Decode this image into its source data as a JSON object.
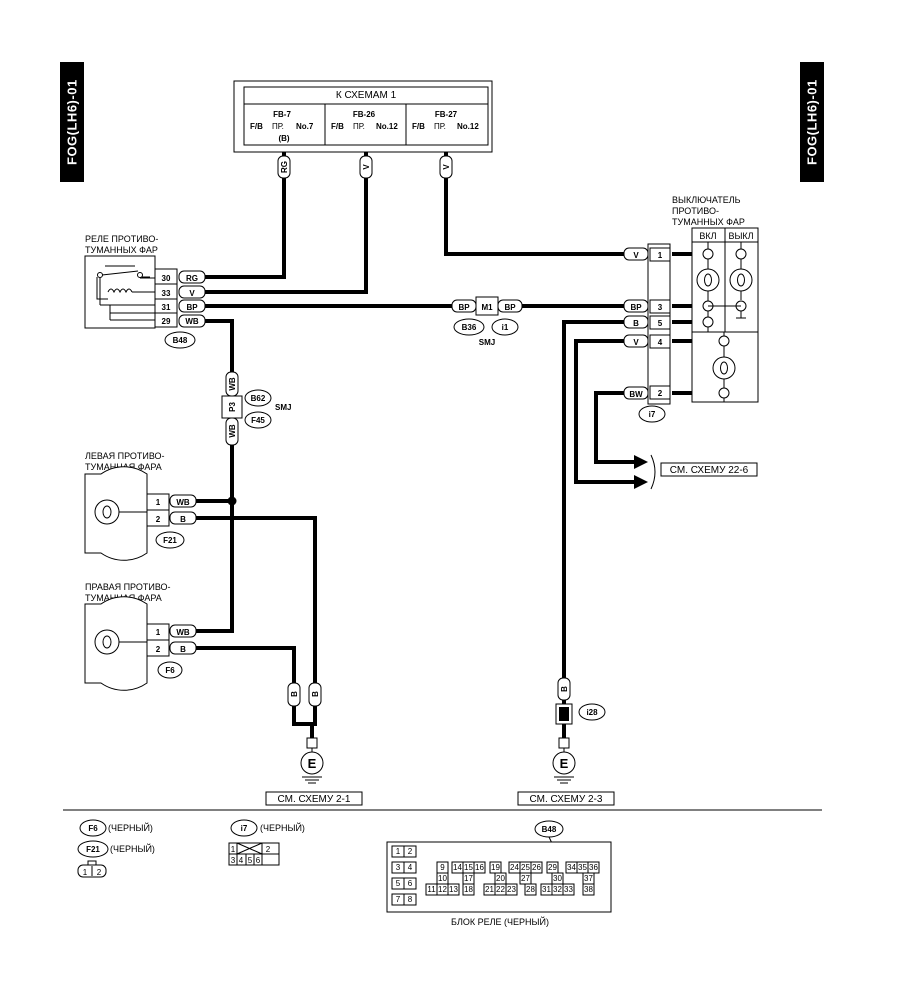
{
  "page_code": "FOG(LH6)-01",
  "top_box": {
    "title": "К СХЕМАМ 1",
    "cols": [
      {
        "code": "FB-7",
        "fb": "F/B",
        "pr": "ПР.",
        "no": "No.7",
        "sub": "(B)"
      },
      {
        "code": "FB-26",
        "fb": "F/B",
        "pr": "ПР.",
        "no": "No.12",
        "sub": ""
      },
      {
        "code": "FB-27",
        "fb": "F/B",
        "pr": "ПР.",
        "no": "No.12",
        "sub": ""
      }
    ],
    "wire_tags": [
      "RG",
      "V",
      "V"
    ]
  },
  "relay": {
    "title_line1": "РЕЛЕ ПРОТИВО-",
    "title_line2": "ТУМАННЫХ ФАР",
    "pins": [
      {
        "pin": "30",
        "color": "RG"
      },
      {
        "pin": "33",
        "color": "V"
      },
      {
        "pin": "31",
        "color": "BP"
      },
      {
        "pin": "29",
        "color": "WB"
      }
    ],
    "connector": "B48"
  },
  "mid_connector": {
    "left": "BP",
    "center": "M1",
    "right": "BP",
    "refs": [
      "B36",
      "i1"
    ],
    "smj": "SMJ"
  },
  "p3_connector": {
    "label": "P3",
    "top": "WB",
    "bottom": "WB",
    "refs": [
      "B62",
      "F45"
    ],
    "smj": "SMJ"
  },
  "switch": {
    "title_line1": "ВЫКЛЮЧАТЕЛЬ",
    "title_line2": "ПРОТИВО-",
    "title_line3": "ТУМАННЫХ ФАР",
    "on_label": "ВКЛ",
    "off_label": "ВЫКЛ",
    "pins": [
      {
        "pin": "1",
        "color": "V"
      },
      {
        "pin": "3",
        "color": "BP"
      },
      {
        "pin": "5",
        "color": "B"
      },
      {
        "pin": "4",
        "color": "V"
      },
      {
        "pin": "2",
        "color": "BW"
      }
    ],
    "connector": "i7"
  },
  "see_schema_22": "СМ. СХЕМУ 22-6",
  "left_lamp": {
    "title_line1": "ЛЕВАЯ ПРОТИВО-",
    "title_line2": "ТУМАННАЯ ФАРА",
    "pins": [
      {
        "pin": "1",
        "color": "WB"
      },
      {
        "pin": "2",
        "color": "B"
      }
    ],
    "connector": "F21"
  },
  "right_lamp": {
    "title_line1": "ПРАВАЯ ПРОТИВО-",
    "title_line2": "ТУМАННАЯ ФАРА",
    "pins": [
      {
        "pin": "1",
        "color": "WB"
      },
      {
        "pin": "2",
        "color": "B"
      }
    ],
    "connector": "F6"
  },
  "ground_left": {
    "tags": [
      "B",
      "B"
    ],
    "symbol": "E",
    "ref": "СМ. СХЕМУ 2-1"
  },
  "ground_right": {
    "tag": "B",
    "connector": "i28",
    "symbol": "E",
    "ref": "СМ. СХЕМУ 2-3"
  },
  "legend": {
    "f6": {
      "code": "F6",
      "text": "(ЧЕРНЫЙ)"
    },
    "f21": {
      "code": "F21",
      "text": "(ЧЕРНЫЙ)"
    },
    "small_pins": [
      "1",
      "2"
    ],
    "i7": {
      "code": "i7",
      "text": "(ЧЕРНЫЙ)",
      "pins": [
        "1",
        "2",
        "3",
        "4",
        "5",
        "6"
      ]
    },
    "b48": {
      "code": "B48",
      "caption": "БЛОК РЕЛЕ (ЧЕРНЫЙ)",
      "pins_col1": [
        "1",
        "2",
        "3",
        "4",
        "5",
        "6",
        "7",
        "8"
      ],
      "row1": [
        "9",
        "14",
        "15",
        "16",
        "19",
        "24",
        "25",
        "26",
        "29",
        "34",
        "35",
        "36"
      ],
      "row2": [
        "10",
        "17",
        "20",
        "27",
        "30",
        "37"
      ],
      "row3": [
        "11",
        "12",
        "13",
        "18",
        "21",
        "22",
        "23",
        "28",
        "31",
        "32",
        "33",
        "38"
      ]
    }
  }
}
